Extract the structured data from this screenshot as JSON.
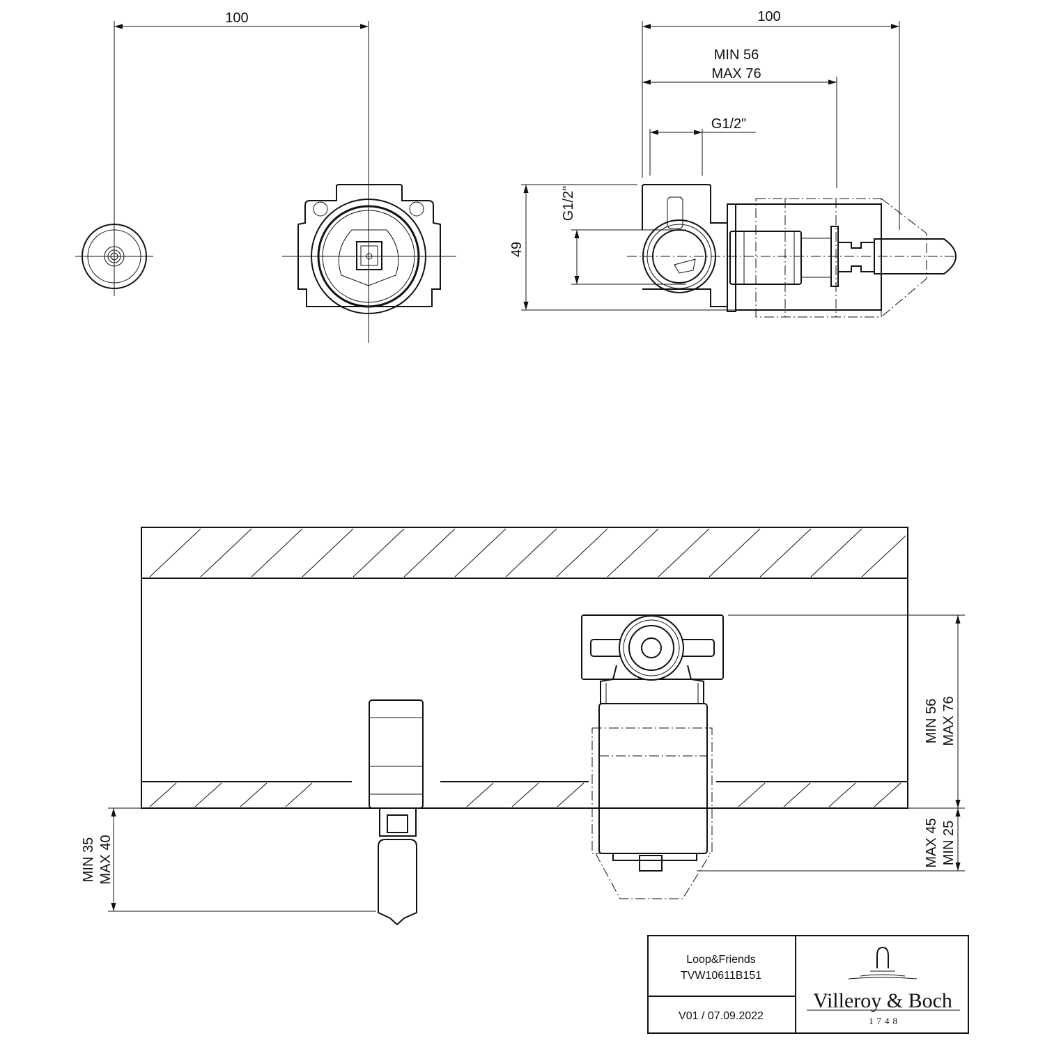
{
  "top_views": {
    "front_width_label": "100",
    "side_width_label": "100",
    "side_depth_min": "MIN 56",
    "side_depth_max": "MAX 76",
    "thread_horizontal_label": "G1/2\"",
    "thread_vertical_label": "G1/2\"",
    "height_label": "49"
  },
  "section_view": {
    "right_depth_min": "MIN 56",
    "right_depth_max": "MAX 76",
    "right_protrusion_max": "MAX 45",
    "right_protrusion_min": "MIN 25",
    "left_protrusion_min": "MIN 35",
    "left_protrusion_max": "MAX 40"
  },
  "title_block": {
    "product": "Loop&Friends",
    "article_number": "TVW10611B151",
    "version_date": "V01 / 07.09.2022",
    "brand": "Villeroy & Boch",
    "brand_year": "1748"
  }
}
